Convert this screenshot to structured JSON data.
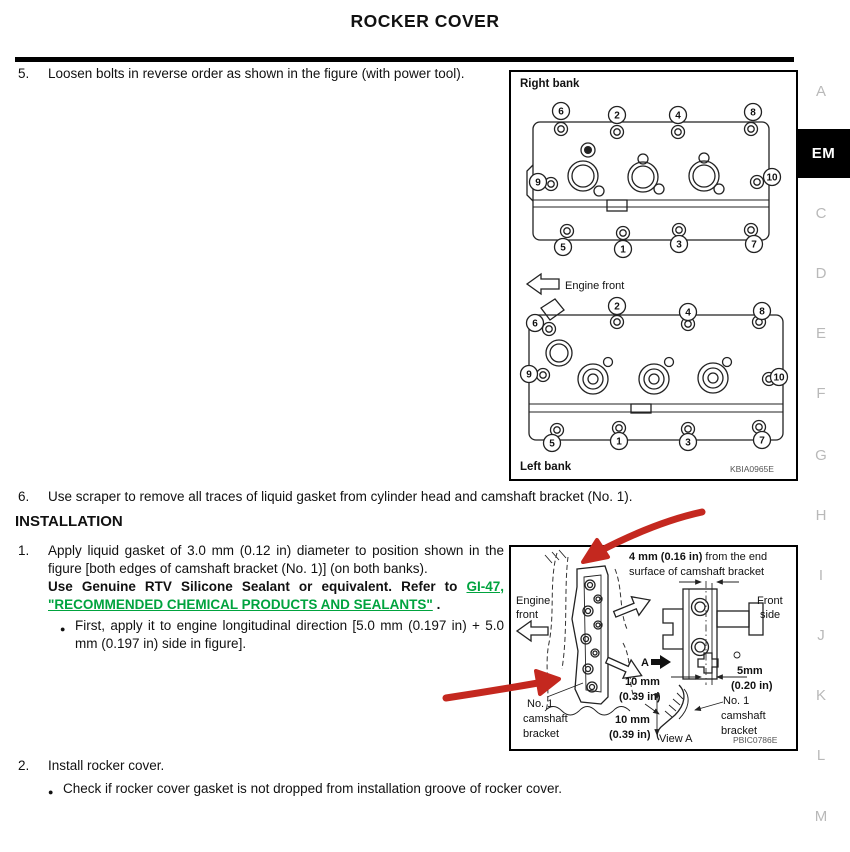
{
  "title": "ROCKER COVER",
  "sidebar": {
    "letters": [
      "A",
      "EM",
      "C",
      "D",
      "E",
      "F",
      "G",
      "H",
      "I",
      "J",
      "K",
      "L",
      "M"
    ],
    "active": "EM"
  },
  "content": {
    "bullet_char": "●",
    "step5": {
      "num": "5.",
      "text": "Loosen bolts in reverse order as shown in the figure (with power tool)."
    },
    "step6": {
      "num": "6.",
      "text": "Use scraper to remove all traces of liquid gasket from cylinder head and camshaft bracket (No. 1)."
    },
    "installation_heading": "INSTALLATION",
    "step1": {
      "num": "1.",
      "text": "Apply liquid gasket of 3.0 mm (0.12 in) diameter to position shown in the figure [both edges of camshaft bracket (No. 1)] (on both banks).",
      "note_bold": "Use Genuine RTV Silicone Sealant or equivalent. Refer to ",
      "note_link": "GI-47, \"RECOMMENDED CHEMICAL PRODUCTS AND SEALANTS\"",
      "note_suffix": " .",
      "bullet": "First, apply it to engine longitudinal direction [5.0 mm (0.197 in) + 5.0 mm (0.197 in) side in figure]."
    },
    "step2": {
      "num": "2.",
      "text": "Install rocker cover.",
      "bullet": "Check if rocker cover gasket is not dropped from installation groove of rocker cover."
    }
  },
  "figure1": {
    "right_bank_label": "Right bank",
    "left_bank_label": "Left bank",
    "engine_front_label": "Engine front",
    "code": "KBIA0965E",
    "rb": [
      "6",
      "2",
      "4",
      "8",
      "9",
      "10",
      "5",
      "1",
      "3",
      "7"
    ],
    "lb": [
      "6",
      "2",
      "4",
      "8",
      "9",
      "10",
      "5",
      "1",
      "3",
      "7"
    ]
  },
  "figure2": {
    "dim4_bold": "4 mm (0.16 in)",
    "dim4_rest": " from the end",
    "dim4_line2": "surface of camshaft bracket",
    "engine_front_l1": "Engine",
    "engine_front_l2": "front",
    "front_side_l1": "Front",
    "front_side_l2": "side",
    "section_arrow_label": "A",
    "dim10a_l1": "10 mm",
    "dim10a_l2": "(0.39 in)",
    "dim5_l1": "5mm",
    "dim5_l2": "(0.20 in)",
    "dim10b_l1": "10 mm",
    "dim10b_l2": "(0.39 in)",
    "no1_left_l1": "No. 1",
    "no1_left_l2": "camshaft",
    "no1_left_l3": "bracket",
    "no1_right_l1": "No. 1",
    "no1_right_l2": "camshaft",
    "no1_right_l3": "bracket",
    "view_a_label": "View A",
    "code": "PBIC0786E"
  },
  "colors": {
    "link_green": "#00A33E",
    "annotation_red": "#C4281F",
    "tab_gray": "#B9B9B9"
  }
}
